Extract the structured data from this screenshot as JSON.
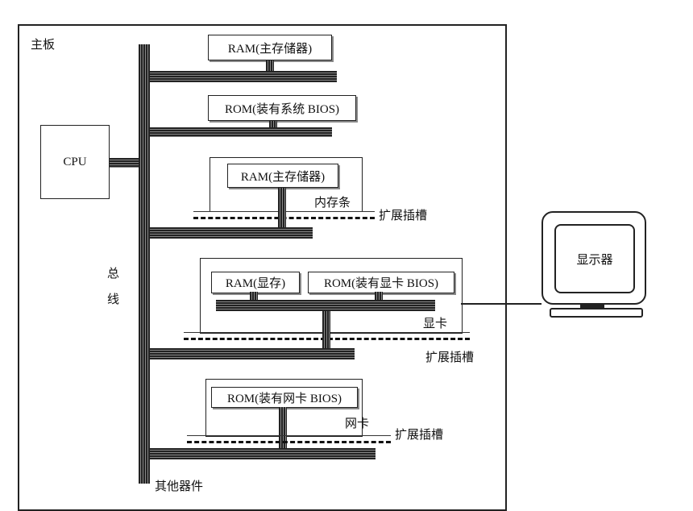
{
  "board_label": "主板",
  "bus_label_1": "总",
  "bus_label_2": "线",
  "cpu": "CPU",
  "ram_main": "RAM(主存储器)",
  "rom_system": "ROM(装有系统 BIOS)",
  "memory_stick": {
    "ram": "RAM(主存储器)",
    "label": "内存条",
    "slot": "扩展插槽"
  },
  "graphics_card": {
    "ram": "RAM(显存)",
    "rom": "ROM(装有显卡 BIOS)",
    "label": "显卡",
    "slot": "扩展插槽"
  },
  "network_card": {
    "rom": "ROM(装有网卡 BIOS)",
    "label": "网卡",
    "slot": "扩展插槽"
  },
  "other": "其他器件",
  "monitor": "显示器"
}
